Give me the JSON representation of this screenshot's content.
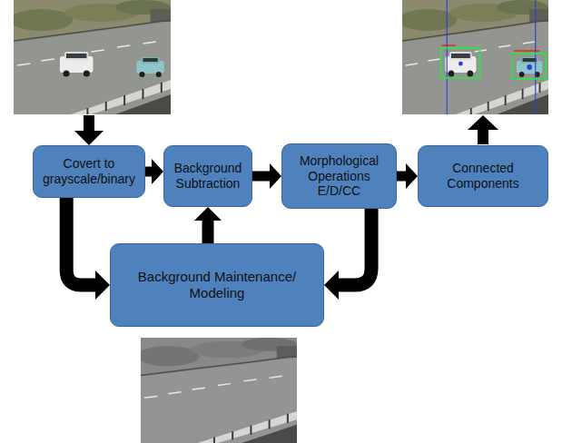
{
  "diagram": {
    "nodes": [
      {
        "text": [
          "Covert to grayscale/binary"
        ]
      },
      {
        "text": [
          "Background Subtraction"
        ]
      },
      {
        "text": [
          "Morphological Operations E/D/CC"
        ]
      },
      {
        "text": [
          "Connected Components"
        ]
      },
      {
        "text": [
          "Background Maintenance/ Modeling"
        ]
      }
    ],
    "edges": [
      {
        "from": 0,
        "to": 1,
        "arrow": "to"
      },
      {
        "from": 1,
        "to": 2,
        "arrow": "to"
      },
      {
        "from": 2,
        "to": 3,
        "arrow": "to"
      },
      {
        "from": 0,
        "to": 4,
        "arrow": "to"
      },
      {
        "from": 4,
        "to": 1,
        "arrow": "to"
      },
      {
        "from": 2,
        "to": 4,
        "arrow": "to"
      }
    ]
  }
}
